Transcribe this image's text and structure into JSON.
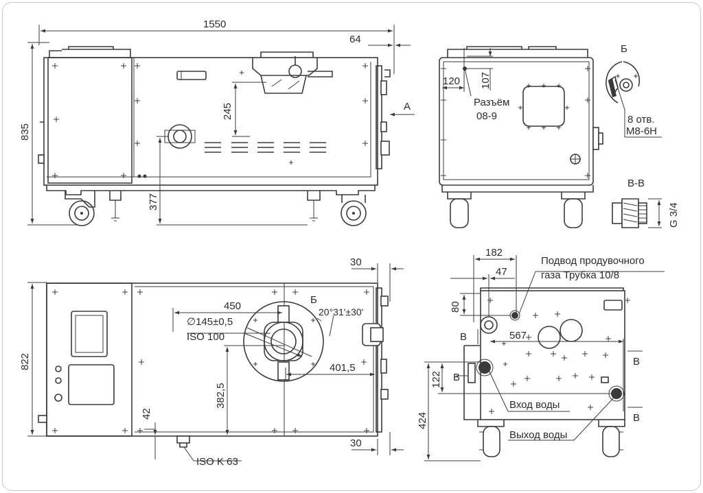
{
  "dimensions": {
    "overall_length": "1550",
    "right_offset_top": "64",
    "height": "835",
    "inner_height": "245",
    "floor_to_port": "377",
    "top_width_offset": "120",
    "top_height_offset": "107",
    "right_offset_plan_top": "30",
    "right_offset_plan_bottom": "30",
    "plan_depth": "822",
    "plan_inlet_x": "450",
    "plan_inlet_y": "382,5",
    "plan_inlet_right": "401,5",
    "plan_bottom_offset": "42",
    "rear_w1": "182",
    "rear_w2": "47",
    "rear_h1": "80",
    "rear_w3": "567",
    "rear_h2": "122",
    "rear_h3": "424"
  },
  "labels": {
    "view_a": "А",
    "detail_b_top": "Б",
    "detail_b_plan": "Б",
    "connector": "Разъём",
    "connector_code": "08-9",
    "holes": "8 отв.",
    "thread": "М8-6Н",
    "section": "В-В",
    "pipe_thread": "G 3/4",
    "flange_dia": "∅145±0,5",
    "flange_std": "ISO 100",
    "angle": "20°31'±30'",
    "exhaust_std": "ISO K 63",
    "purge_gas_1": "Подвод продувочного",
    "purge_gas_2": "газа Трубка 10/8",
    "water_in": "Вход воды",
    "water_out": "Выход воды",
    "sec_mark_1": "В",
    "sec_mark_2": "В",
    "sec_mark_3": "В",
    "sec_mark_4": "В"
  }
}
